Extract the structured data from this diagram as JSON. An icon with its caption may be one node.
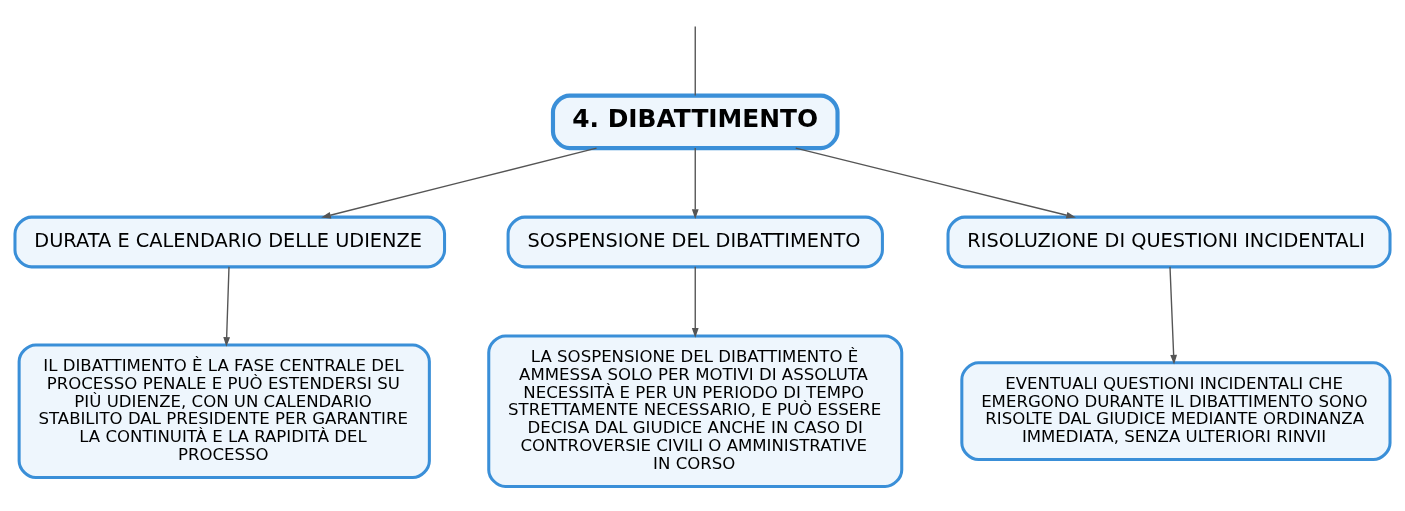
{
  "diagram": {
    "nodes": [
      {
        "text": [
          "4. DIBATTIMENTO"
        ]
      },
      {
        "text": [
          "DURATA E CALENDARIO DELLE UDIENZE"
        ]
      },
      {
        "text": [
          "SOSPENSIONE DEL DIBATTIMENTO"
        ]
      },
      {
        "text": [
          "RISOLUZIONE DI QUESTIONI INCIDENTALI"
        ]
      },
      {
        "text": [
          "IL DIBATTIMENTO È LA FASE CENTRALE DEL PROCESSO PENALE E PUÒ ESTENDERSI SU PIÙ UDIENZE, CON UN CALENDARIO STABILITO DAL PRESIDENTE PER GARANTIRE LA CONTINUITÀ E LA RAPIDITÀ DEL PROCESSO"
        ]
      },
      {
        "text": [
          "LA SOSPENSIONE DEL DIBATTIMENTO È AMMESSA SOLO PER MOTIVI DI ASSOLUTA NECESSITÀ E PER UN PERIODO DI TEMPO STRETTAMENTE NECESSARIO, E PUÒ ESSERE DECISA DAL GIUDICE ANCHE IN CASO DI CONTROVERSIE CIVILI O AMMINISTRATIVE IN CORSO"
        ]
      },
      {
        "text": [
          "EVENTUALI QUESTIONI INCIDENTALI CHE EMERGONO DURANTE IL DIBATTIMENTO SONO RISOLTE DAL GIUDICE MEDIANTE ORDINANZA IMMEDIATA, SENZA ULTERIORI RINVII"
        ]
      }
    ],
    "edges": [
      {
        "from": null,
        "to": 0,
        "arrow": "none"
      },
      {
        "from": 0,
        "to": 1,
        "arrow": "to"
      },
      {
        "from": 0,
        "to": 2,
        "arrow": "to"
      },
      {
        "from": 0,
        "to": 3,
        "arrow": "to"
      },
      {
        "from": 1,
        "to": 4,
        "arrow": "to"
      },
      {
        "from": 2,
        "to": 5,
        "arrow": "to"
      },
      {
        "from": 3,
        "to": 6,
        "arrow": "to"
      }
    ]
  }
}
